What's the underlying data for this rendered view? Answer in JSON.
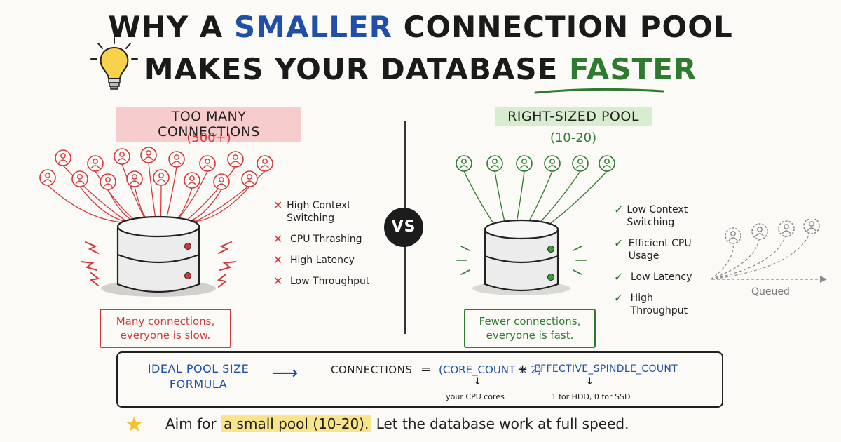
{
  "title": {
    "line1_pre": "WHY A ",
    "line1_blue": "SMALLER",
    "line1_post": " CONNECTION POOL",
    "line2_pre": "MAKES YOUR DATABASE ",
    "line2_green": "FASTER"
  },
  "left": {
    "heading": "TOO MANY CONNECTIONS",
    "subheading": "(500+)",
    "items": [
      "High Context Switching",
      "CPU Thrashing",
      "High Latency",
      "Low Throughput"
    ],
    "mark": "✕",
    "caption": "Many connections, everyone is slow.",
    "color": "#d23a3a"
  },
  "vs_label": "VS",
  "right": {
    "heading": "RIGHT-SIZED POOL",
    "subheading": "(10-20)",
    "items": [
      "Low Context Switching",
      "Efficient CPU Usage",
      "Low Latency",
      "High Throughput"
    ],
    "mark": "✓",
    "caption": "Fewer connections, everyone is fast.",
    "queued_label": "Queued",
    "color": "#2e7a2e"
  },
  "formula": {
    "label": "IDEAL POOL SIZE FORMULA",
    "arrow": "⟶",
    "connections": "CONNECTIONS",
    "equals": "=",
    "core_term": "(CORE_COUNT × 2)",
    "plus": "+",
    "spindle_term": "EFFECTIVE_SPINDLE_COUNT",
    "core_note": "your CPU cores",
    "spindle_note": "1 for HDD, 0 for SSD"
  },
  "bottom": {
    "pre": "Aim for ",
    "highlight": "a small pool (10-20).",
    "post": " Let the database work at full speed."
  }
}
